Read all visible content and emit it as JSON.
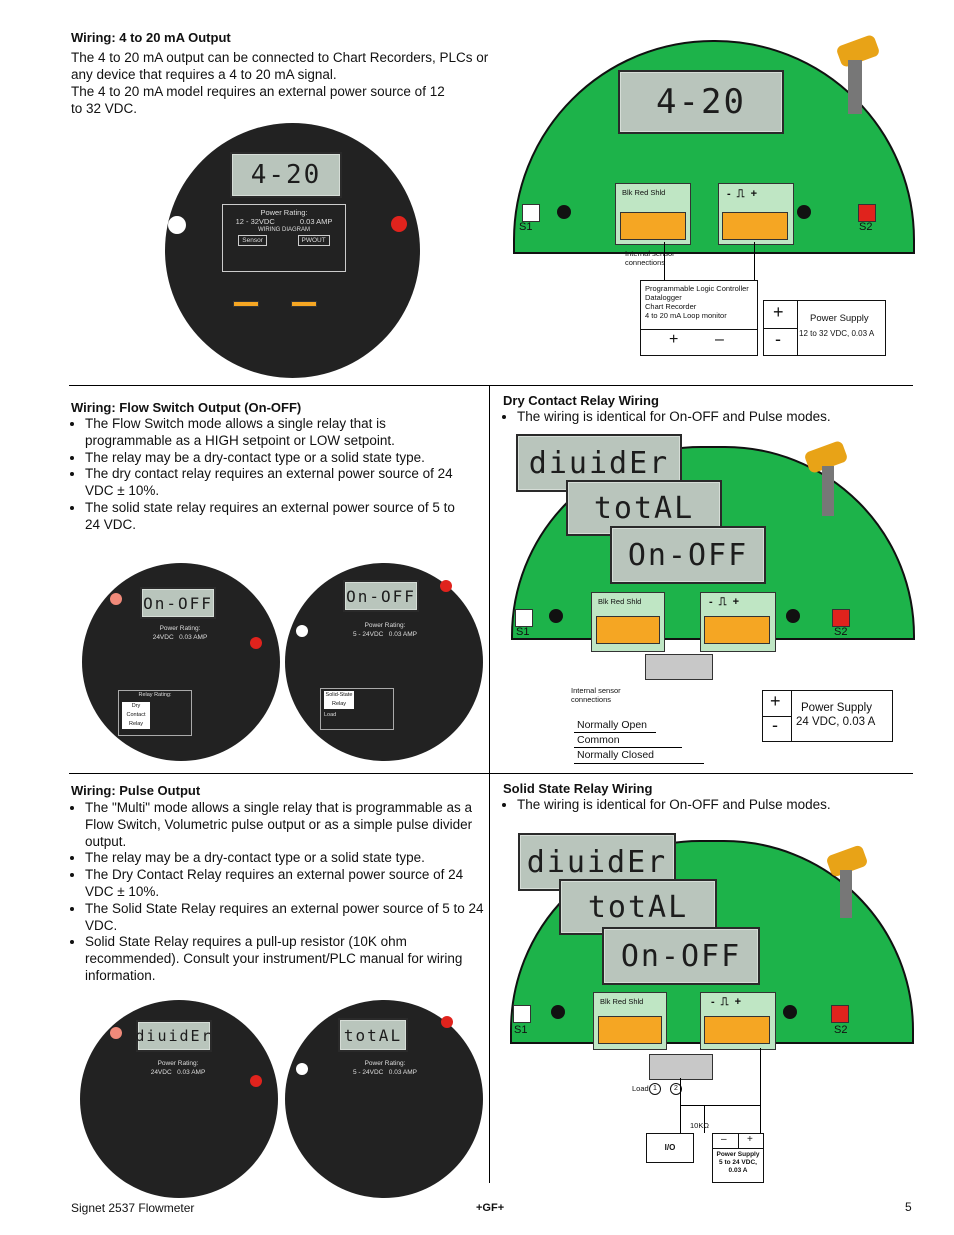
{
  "s1": {
    "title": "Wiring: 4 to 20 mA Output",
    "p1": "The 4 to 20 mA output can be connected to Chart Recorders, PLCs or any device that requires a 4 to 20 mA signal.",
    "p2": "The 4 to 20 mA model requires an external power source of 12 to 32 VDC.",
    "lcd": "4-20",
    "meter_power_rating": "Power Rating:",
    "meter_voltage": "12 - 32VDC",
    "meter_amp": "0.03 AMP",
    "meter_wiring": "WIRING DIAGRAM",
    "meter_sensor": "Sensor",
    "meter_pwout": "PWOUT",
    "board_lcd": "4-20",
    "sensor_cols": "Blk    Red    Shld",
    "s1_label": "S1",
    "s2_label": "S2",
    "internal": "Internal sensor connections",
    "plc_lines": [
      "Programmable Logic Controller",
      "Datalogger",
      "Chart Recorder",
      "4 to 20 mA Loop monitor"
    ],
    "plus": "+",
    "minus": "–",
    "ps_title": "Power Supply",
    "ps_value": "12 to 32 VDC, 0.03 A"
  },
  "s2": {
    "title": "Wiring: Flow Switch Output (On-OFF)",
    "bullets": [
      "The Flow Switch mode allows a single relay that is programmable as a HIGH setpoint or LOW setpoint.",
      "The relay may be a dry-contact type or a solid state type.",
      "The dry contact relay requires an external power source of 24 VDC ± 10%.",
      "The solid state relay requires an external power source of 5 to 24 VDC."
    ],
    "lcd_a": "On-OFF",
    "lcd_b": "On-OFF",
    "a_voltage": "24VDC",
    "b_voltage": "5 - 24VDC",
    "amp": "0.03 AMP",
    "relay_rating": "Relay Rating:",
    "dry_contact": "Dry Contact Relay",
    "solid_state": "Solid-State Relay",
    "load": "Load"
  },
  "s3": {
    "title": "Dry Contact Relay Wiring",
    "bullet": "The wiring is identical for On-OFF and Pulse modes.",
    "lcd1": "diuidEr",
    "lcd2": "totAL",
    "lcd3": "On-OFF",
    "sensor_cols": "Blk   Red   Shld",
    "s1_label": "S1",
    "s2_label": "S2",
    "internal": "Internal sensor connections",
    "normally_open": "Normally Open",
    "common": "Common",
    "normally_closed": "Normally Closed",
    "plus": "+",
    "minus": "-",
    "ps_title": "Power Supply",
    "ps_value": "24 VDC, 0.03 A"
  },
  "s4": {
    "title": "Wiring: Pulse Output",
    "bullets": [
      "The \"Multi\" mode allows a single relay that is programmable as a Flow Switch, Volumetric pulse output or as a simple pulse divider output.",
      "The relay may be a dry-contact type or a solid state type.",
      "The Dry Contact Relay requires an external power source of 24 VDC ± 10%.",
      "The Solid State Relay requires an external power source of 5 to 24 VDC.",
      "Solid State Relay requires a pull-up resistor (10K ohm recommended). Consult your instrument/PLC manual for wiring information."
    ],
    "lcd_a": "diuidEr",
    "lcd_b": "totAL",
    "a_voltage": "24VDC",
    "b_voltage": "5 - 24VDC",
    "amp": "0.03 AMP"
  },
  "s5": {
    "title": "Solid State Relay Wiring",
    "bullet": "The wiring is identical for On-OFF and Pulse modes.",
    "lcd1": "diuidEr",
    "lcd2": "totAL",
    "lcd3": "On-OFF",
    "sensor_cols": "Blk   Red   Shld",
    "s1_label": "S1",
    "s2_label": "S2",
    "load": "Load",
    "resistor": "10KΩ",
    "io": "I/O",
    "minus": "–",
    "plus": "+",
    "ps_title": "Power Supply 5 to 24 VDC, 0.03 A"
  },
  "footer": {
    "left": "Signet 2537 Flowmeter",
    "center": "+GF+",
    "page": "5"
  }
}
